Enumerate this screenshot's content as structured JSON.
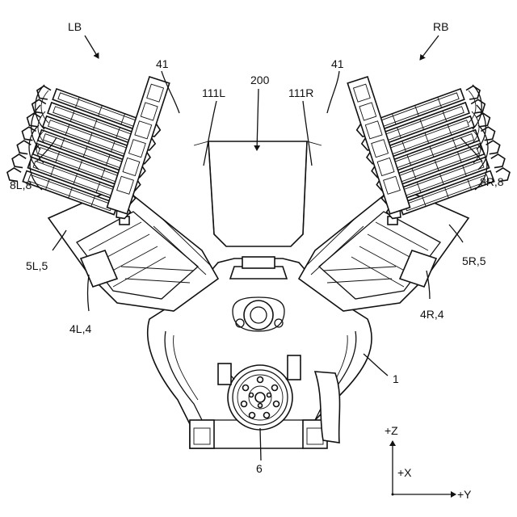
{
  "labels": {
    "lb": "LB",
    "rb": "RB",
    "ref_41_left": "41",
    "ref_41_right": "41",
    "ref_200": "200",
    "ref_111l": "111L",
    "ref_111r": "111R",
    "ref_8l": "8L,8",
    "ref_8r": "8R,8",
    "ref_5l": "5L,5",
    "ref_5r": "5R,5",
    "ref_4l": "4L,4",
    "ref_4r": "4R,4",
    "ref_1": "1",
    "ref_6": "6"
  },
  "axes": {
    "z": "+Z",
    "x": "+X",
    "y": "+Y"
  }
}
